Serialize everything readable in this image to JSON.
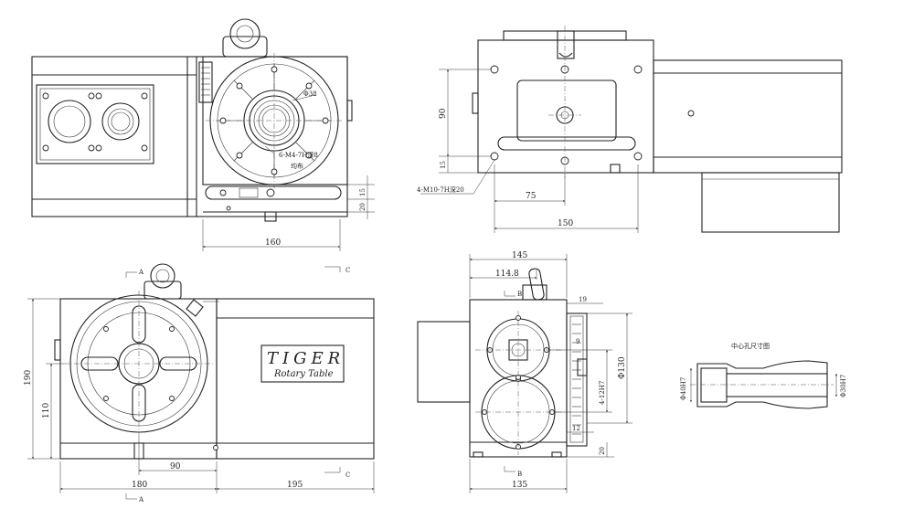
{
  "dimensions": {
    "top_view_width": "160",
    "top_view_bore": "Φ38",
    "top_view_tapped_holes": "6-M4-7H深8",
    "top_view_minor_label": "均布",
    "top_view_side_15": "15",
    "top_view_side_20": "20",
    "right_top_height_90": "90",
    "right_top_height_15": "15",
    "right_top_slots": "4-M10-7H深20",
    "right_top_75": "75",
    "right_top_150": "150",
    "front_height_190": "190",
    "front_height_110": "110",
    "front_90": "90",
    "front_180": "180",
    "front_195": "195",
    "side_145": "145",
    "side_114_8": "114.8",
    "side_135": "135",
    "side_19": "19",
    "side_9": "9",
    "side_130": "Φ130",
    "side_12h7": "4-12H7",
    "side_12": "12",
    "side_20": "20",
    "detail_d40": "Φ40H7",
    "detail_d30": "Φ30H7"
  },
  "section_marks": {
    "a_top": "A",
    "a_bottom": "A",
    "b_top": "B",
    "b_bottom": "B",
    "c_top": "C",
    "c_mid": "C"
  },
  "nameplate": {
    "brand": "TIGER",
    "subtitle": "Rotary Table"
  },
  "detail_title": "中心孔尺寸图"
}
